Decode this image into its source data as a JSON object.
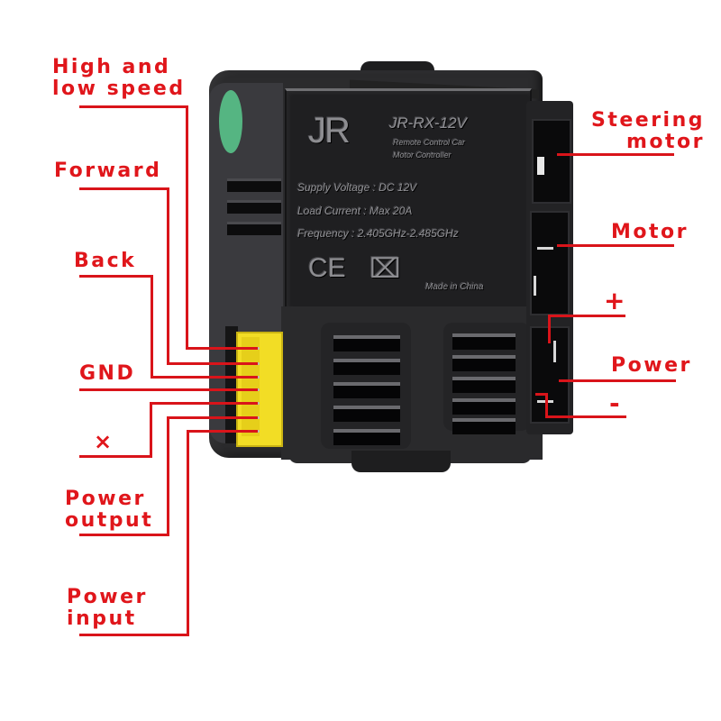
{
  "diagram": {
    "type": "product wiring diagram",
    "device": {
      "logo": "JR",
      "model": "JR-RX-12V",
      "subtitle_line1": "Remote Control Car",
      "subtitle_line2": "Motor Controller",
      "spec_supply": "Supply Voltage : DC 12V",
      "spec_current": "Load Current : Max 20A",
      "spec_frequency": "Frequency : 2.405GHz-2.485GHz",
      "mark_ce": "CE",
      "mark_weee": "⌧",
      "origin": "Made in China"
    },
    "left_labels": [
      {
        "id": "high-low-speed",
        "text": "High and\nlow speed"
      },
      {
        "id": "forward",
        "text": "Forward"
      },
      {
        "id": "back",
        "text": "Back"
      },
      {
        "id": "gnd",
        "text": "GND"
      },
      {
        "id": "unused",
        "text": "×"
      },
      {
        "id": "power-output",
        "text": "Power\noutput"
      },
      {
        "id": "power-input",
        "text": "Power\ninput"
      }
    ],
    "right_labels": [
      {
        "id": "steering-motor",
        "text": "Steering\nmotor"
      },
      {
        "id": "motor",
        "text": "Motor"
      },
      {
        "id": "plus",
        "text": "+"
      },
      {
        "id": "power",
        "text": "Power"
      },
      {
        "id": "minus",
        "text": "-"
      }
    ],
    "colors": {
      "label_red": "#e0161b",
      "line_red": "#d9141a",
      "housing": "#2b2b2d",
      "connector_yellow": "#f2dd25",
      "sticker_green": "#59c38a"
    }
  }
}
